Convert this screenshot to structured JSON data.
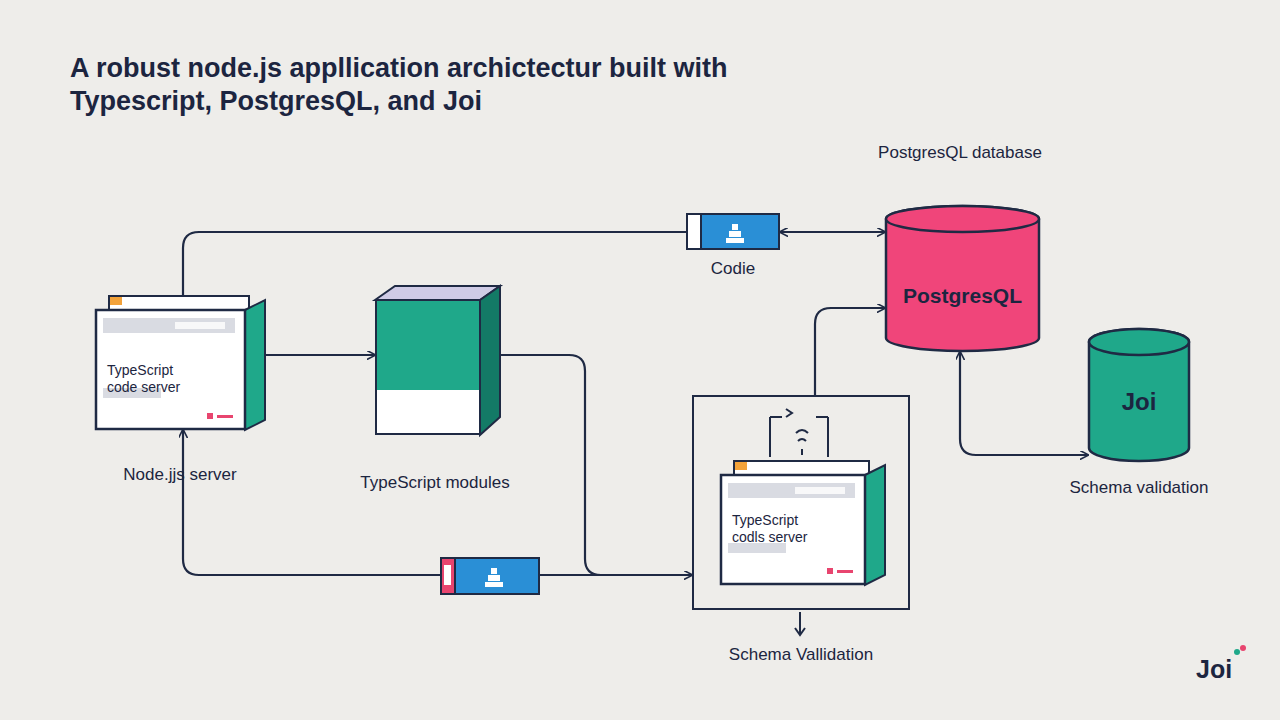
{
  "diagram": {
    "title": "A robust node.js appllication archictectur built with Typescript, PostgresQL, and Joi",
    "nodes": [
      {
        "text": [
          "TypeScript code server",
          "Node.jjs server"
        ]
      },
      {
        "text": [
          "TypeScript modules"
        ]
      },
      {
        "text": [
          "Codie"
        ]
      },
      {
        "text": [
          "PostgresQL database",
          "PostgresQL"
        ]
      },
      {
        "text": [
          "Joi",
          "Schema validation"
        ]
      },
      {
        "text": [
          "Schema Vallidation"
        ]
      },
      {
        "text": [
          "TypeScript codls server"
        ],
        "in": 5
      }
    ],
    "edges": [
      {
        "from": 0,
        "to": 1,
        "arrow": "to"
      },
      {
        "from": 0,
        "to": 2,
        "arrow": "none"
      },
      {
        "from": 2,
        "to": 3,
        "arrow": "both"
      },
      {
        "from": 1,
        "to": 5,
        "arrow": "to"
      },
      {
        "from": 5,
        "to": 0,
        "arrow": "to"
      },
      {
        "from": 5,
        "to": 3,
        "arrow": "to"
      },
      {
        "from": 3,
        "to": 4,
        "arrow": "both"
      }
    ],
    "labels": [
      "Joi"
    ]
  }
}
